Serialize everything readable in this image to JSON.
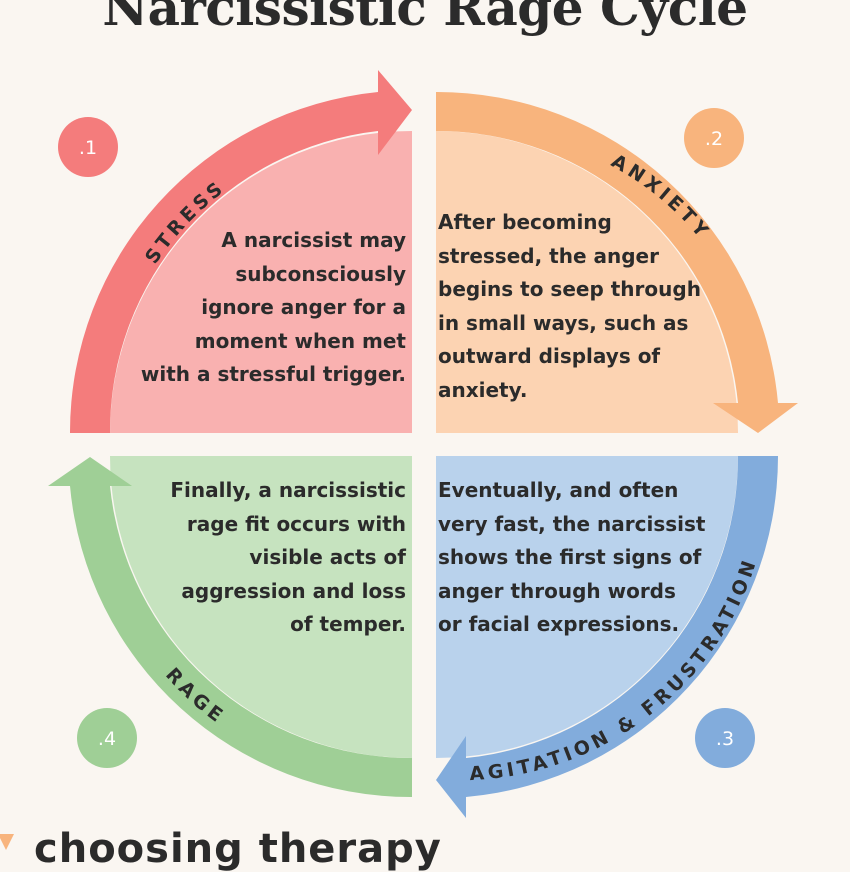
{
  "title": "Narcissistic Rage Cycle",
  "colors": {
    "stress_arrow": "#f47c7c",
    "stress_fill": "#f9b1b0",
    "anxiety_arrow": "#f8b47d",
    "anxiety_fill": "#fcd3b2",
    "agitation_arrow": "#82acdc",
    "agitation_fill": "#b9d2ec",
    "rage_arrow": "#9fcf96",
    "rage_fill": "#c6e3bf",
    "text": "#2b2b2b",
    "background": "#faf6f1"
  },
  "stages": [
    {
      "number": ".1",
      "label": "STRESS",
      "lines": [
        "A narcissist may",
        "subconsciously",
        "ignore anger for a",
        "moment when met",
        "with a stressful trigger."
      ]
    },
    {
      "number": ".2",
      "label": "ANXIETY",
      "lines": [
        "After becoming",
        "stressed, the anger",
        "begins to seep through",
        "in small ways, such as",
        "outward displays of",
        "anxiety."
      ]
    },
    {
      "number": ".3",
      "label": "AGITATION & FRUSTRATION",
      "lines": [
        "Eventually, and often",
        "very fast, the narcissist",
        "shows the first signs of",
        "anger through words",
        "or facial expressions."
      ]
    },
    {
      "number": ".4",
      "label": "RAGE",
      "lines": [
        "Finally, a narcissistic",
        "rage fit occurs with",
        "visible acts of",
        "aggression and loss",
        "of temper."
      ]
    }
  ],
  "footer": {
    "brand": "choosing therapy"
  }
}
